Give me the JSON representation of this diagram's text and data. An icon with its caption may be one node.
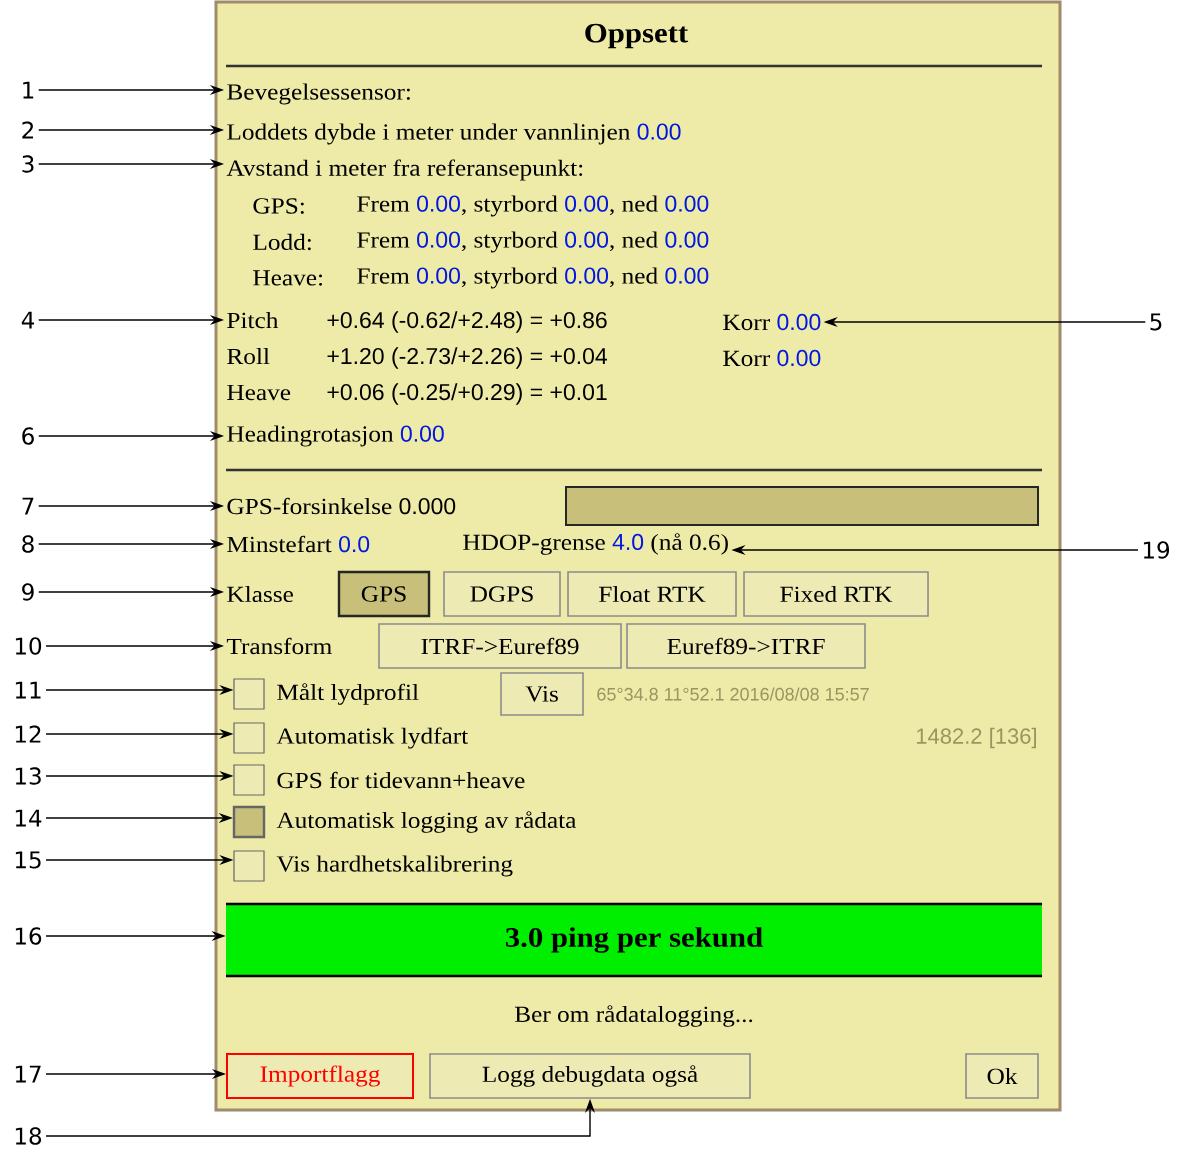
{
  "diagram": {
    "title": "Oppsett",
    "nodes": [
      {
        "text": [],
        "shape": "box"
      },
      {
        "text": [
          "Bevegelsessensor:"
        ],
        "in": 0
      },
      {
        "text": [
          "Loddets dybde i meter under vannlinjen",
          "0.00"
        ],
        "in": 0
      },
      {
        "text": [
          "Avstand i meter fra referansepunkt:"
        ],
        "in": 0
      },
      {
        "text": [
          "Pitch",
          "+0.64 (-0.62/+2.48) = +0.86"
        ],
        "in": 0
      },
      {
        "text": [
          "Korr",
          "0.00"
        ],
        "in": 0
      },
      {
        "text": [
          "Headingrotasjon",
          "0.00"
        ],
        "in": 0
      },
      {
        "text": [
          "GPS-forsinkelse",
          "0.000"
        ],
        "in": 0
      },
      {
        "text": [],
        "shape": "box",
        "in": 0
      },
      {
        "text": [
          "Minstefart",
          "0.0"
        ],
        "in": 0
      },
      {
        "text": [
          "HDOP-grense",
          "4.0",
          "(nå 0.6)"
        ],
        "in": 0
      },
      {
        "text": [
          "Klasse"
        ],
        "in": 0
      },
      {
        "text": [
          "GPS"
        ],
        "in": 0
      },
      {
        "text": [
          "DGPS"
        ],
        "in": 0
      },
      {
        "text": [
          "Float RTK"
        ],
        "in": 0
      },
      {
        "text": [
          "Fixed RTK"
        ],
        "in": 0
      },
      {
        "text": [
          "Transform"
        ],
        "in": 0
      },
      {
        "text": [
          "ITRF->Euref89"
        ],
        "in": 0
      },
      {
        "text": [
          "Euref89->ITRF"
        ],
        "in": 0
      },
      {
        "text": [],
        "shape": "box",
        "beside": [
          "Målt lydprofil"
        ],
        "in": 0
      },
      {
        "text": [
          "Vis"
        ],
        "in": 0
      },
      {
        "text": [],
        "shape": "box",
        "beside": [
          "Automatisk lydfart"
        ],
        "in": 0
      },
      {
        "text": [],
        "shape": "box",
        "beside": [
          "GPS for tidevann+heave"
        ],
        "in": 0
      },
      {
        "text": [],
        "shape": "box",
        "beside": [
          "Automatisk logging av rådata"
        ],
        "in": 0
      },
      {
        "text": [],
        "shape": "box",
        "beside": [
          "Vis hardhetskalibrering"
        ],
        "in": 0
      },
      {
        "text": [
          "3.0 ping per sekund"
        ],
        "in": 0
      },
      {
        "text": [
          "Importflagg"
        ],
        "in": 0
      },
      {
        "text": [
          "Logg debugdata også"
        ],
        "in": 0
      },
      {
        "text": [
          "Ok"
        ],
        "in": 0
      },
      {
        "text": [
          "1"
        ]
      },
      {
        "text": [
          "2"
        ]
      },
      {
        "text": [
          "3"
        ]
      },
      {
        "text": [
          "4"
        ]
      },
      {
        "text": [
          "5"
        ]
      },
      {
        "text": [
          "6"
        ]
      },
      {
        "text": [
          "7"
        ]
      },
      {
        "text": [
          "8"
        ]
      },
      {
        "text": [
          "9"
        ]
      },
      {
        "text": [
          "10"
        ]
      },
      {
        "text": [
          "11"
        ]
      },
      {
        "text": [
          "12"
        ]
      },
      {
        "text": [
          "13"
        ]
      },
      {
        "text": [
          "14"
        ]
      },
      {
        "text": [
          "15"
        ]
      },
      {
        "text": [
          "16"
        ]
      },
      {
        "text": [
          "17"
        ]
      },
      {
        "text": [
          "18"
        ]
      },
      {
        "text": [
          "19"
        ]
      }
    ],
    "edges": [
      {
        "from": 29,
        "to": 1,
        "arrow": "to"
      },
      {
        "from": 30,
        "to": 2,
        "arrow": "to"
      },
      {
        "from": 31,
        "to": 3,
        "arrow": "to"
      },
      {
        "from": 32,
        "to": 4,
        "arrow": "to"
      },
      {
        "from": 33,
        "to": 5,
        "arrow": "to"
      },
      {
        "from": 34,
        "to": 6,
        "arrow": "to"
      },
      {
        "from": 35,
        "to": 7,
        "arrow": "to"
      },
      {
        "from": 36,
        "to": 9,
        "arrow": "to"
      },
      {
        "from": 37,
        "to": 11,
        "arrow": "to"
      },
      {
        "from": 38,
        "to": 16,
        "arrow": "to"
      },
      {
        "from": 39,
        "to": 19,
        "arrow": "to"
      },
      {
        "from": 40,
        "to": 21,
        "arrow": "to"
      },
      {
        "from": 41,
        "to": 22,
        "arrow": "to"
      },
      {
        "from": 42,
        "to": 23,
        "arrow": "to"
      },
      {
        "from": 43,
        "to": 24,
        "arrow": "to"
      },
      {
        "from": 44,
        "to": 25,
        "arrow": "to"
      },
      {
        "from": 45,
        "to": 26,
        "arrow": "to"
      },
      {
        "from": 46,
        "to": 27,
        "arrow": "to"
      },
      {
        "from": 47,
        "to": 10,
        "arrow": "to"
      }
    ],
    "labels": [
      "GPS:",
      "Frem",
      "0.00",
      ", styrbord",
      "0.00",
      ", ned",
      "0.00",
      "Lodd:",
      "Frem",
      "0.00",
      ", styrbord",
      "0.00",
      ", ned",
      "0.00",
      "Heave:",
      "Frem",
      "0.00",
      ", styrbord",
      "0.00",
      ", ned",
      "0.00",
      "Roll",
      "+1.20 (-2.73/+2.26) = +0.04",
      "Korr",
      "0.00",
      "Heave",
      "+0.06 (-0.25/+0.29) = +0.01",
      "65°34.8 11°52.1 2016/08/08 15:57",
      "1482.2 [136]",
      "Ber om rådatalogging..."
    ]
  }
}
